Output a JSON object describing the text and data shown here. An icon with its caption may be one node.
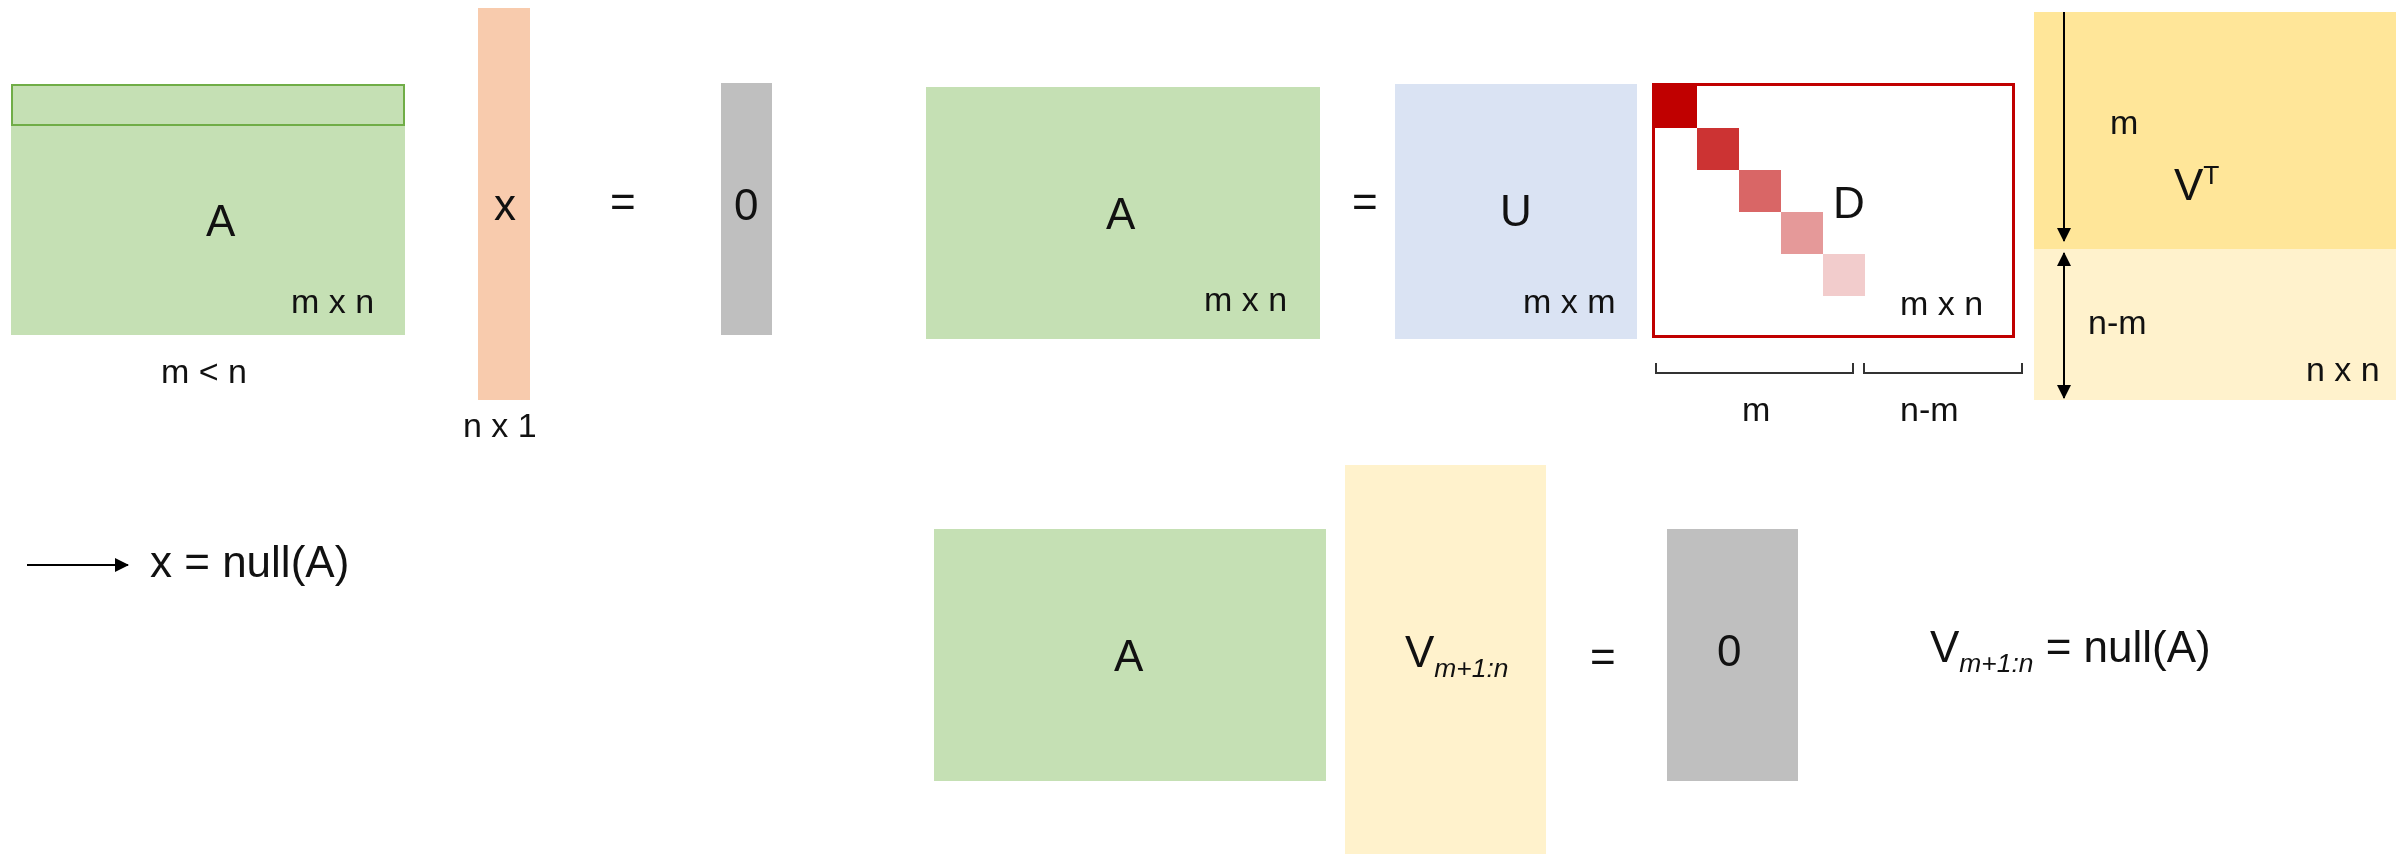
{
  "diagram": {
    "nodes": [
      {
        "text": [
          "A",
          "m x n"
        ],
        "beside": [
          "m < n"
        ]
      },
      {
        "text": [],
        "shape": "bar",
        "in": 0
      },
      {
        "text": [
          "x"
        ],
        "beside": [
          "n x 1"
        ]
      },
      {
        "text": [
          "0"
        ]
      },
      {
        "text": [
          "A",
          "m x n"
        ]
      },
      {
        "text": [
          "U",
          "m x m"
        ]
      },
      {
        "text": [
          "D",
          "m x n"
        ]
      },
      {
        "text": [
          "V$^{T}$",
          "n x n"
        ]
      },
      {
        "text": [
          "x = null(A)"
        ]
      },
      {
        "text": [
          "A"
        ]
      },
      {
        "text": [
          "V$_{m+1:n}$"
        ]
      },
      {
        "text": [
          "0"
        ]
      }
    ],
    "edges": [
      {
        "from": null,
        "to": 8,
        "arrow": "to"
      }
    ],
    "labels": [
      "=",
      "=",
      "m",
      "m",
      "n-m",
      "n-m",
      "=",
      "V$_{m+1:n}$ = null(A)"
    ]
  }
}
